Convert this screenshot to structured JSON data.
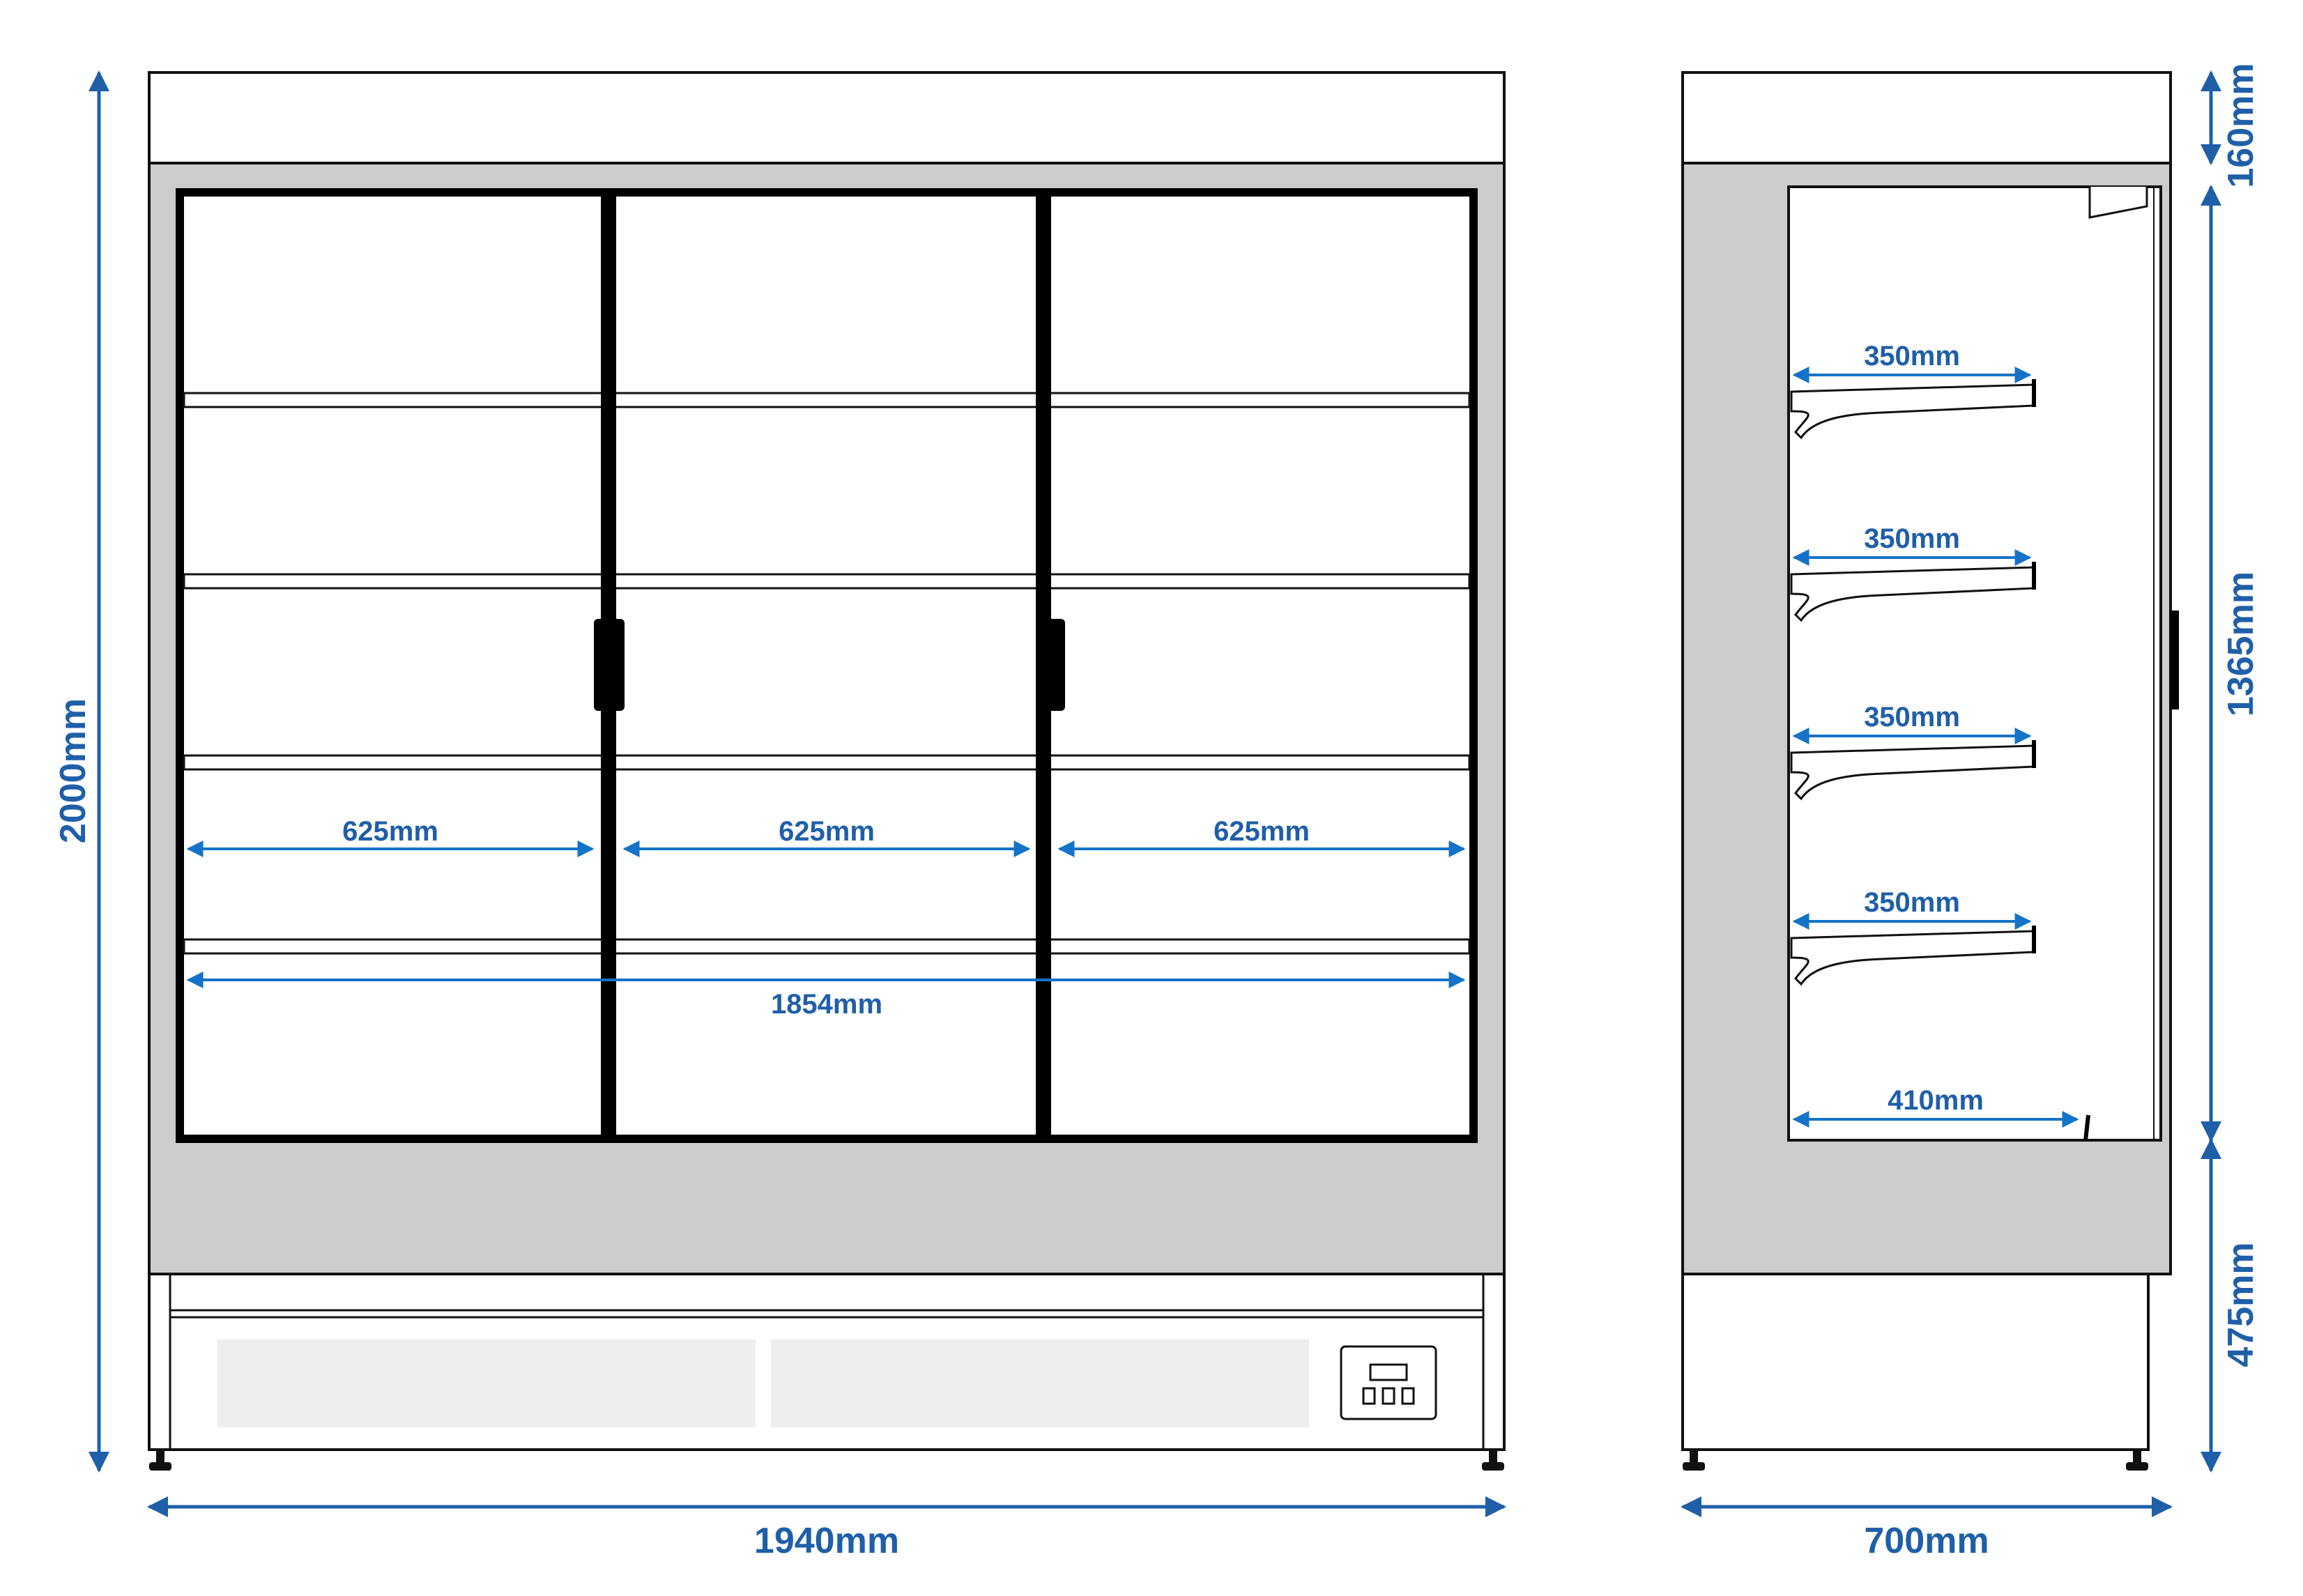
{
  "colors": {
    "dimension": "#1f5fa8",
    "cabinet_frame": "#cccccc",
    "outline": "#111111",
    "panel": "#eeeeee"
  },
  "front_view": {
    "total_width": "1940mm",
    "total_height": "2000mm",
    "door_width_left": "625mm",
    "door_width_middle": "625mm",
    "door_width_right": "625mm",
    "inner_width": "1854mm"
  },
  "side_view": {
    "depth": "700mm",
    "top_height": "160mm",
    "middle_height": "1365mm",
    "bottom_height": "475mm",
    "shelves": [
      "350mm",
      "350mm",
      "350mm",
      "350mm"
    ],
    "bottom_shelf": "410mm"
  },
  "icons": [
    "control-panel-icon",
    "door-handle-icon"
  ]
}
